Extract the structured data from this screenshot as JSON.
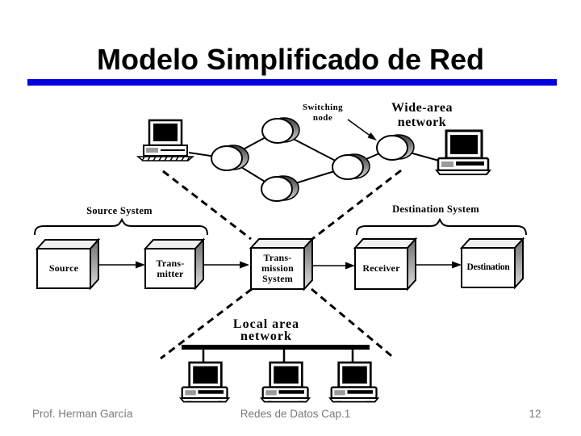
{
  "slide": {
    "title": "Modelo Simplificado de Red"
  },
  "colors": {
    "accent_bar": "#0000e0",
    "footer_text": "#7a7a7a",
    "box_side_shade": "#6f6f6f",
    "box_top_shade": "#f0f0f0",
    "node_shade_dark": "#3a3a3a",
    "node_shade_light": "#d9d9d9"
  },
  "wan": {
    "switching_node_label": {
      "line1": "Switching",
      "line2": "node"
    },
    "wide_area_label": {
      "line1": "Wide-area",
      "line2": "network"
    }
  },
  "systems": {
    "source_system_label": "Source System",
    "destination_system_label": "Destination System"
  },
  "boxes": {
    "source": {
      "line1": "Source"
    },
    "transmitter": {
      "line1": "Trans-",
      "line2": "mitter"
    },
    "transmission_system": {
      "line1": "Trans-",
      "line2": "mission",
      "line3": "System"
    },
    "receiver": {
      "line1": "Receiver"
    },
    "destination": {
      "line1": "Destination"
    }
  },
  "lan": {
    "label": {
      "line1": "Local area",
      "line2": "network"
    }
  },
  "footer": {
    "author": "Prof. Herman García",
    "course": "Redes de Datos Cap.1",
    "page_number": "12"
  },
  "icons": {
    "workstation": "workstation-icon",
    "desktop_pc": "desktop-pc-icon",
    "switching_node": "switching-node-ellipse"
  }
}
